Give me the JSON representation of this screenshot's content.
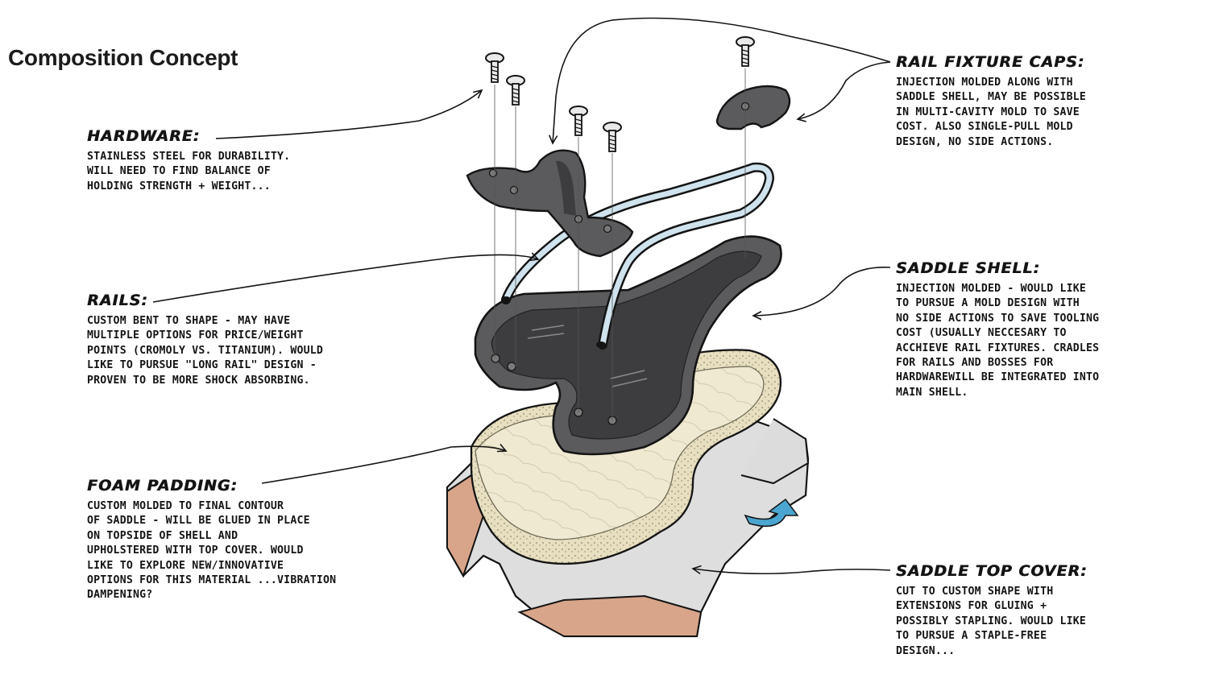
{
  "title": "Composition Concept",
  "colors": {
    "ink": "#141414",
    "plastic": "#5b5b5d",
    "plastic_dark": "#3d3d3f",
    "rail_highlight": "#cfe3ee",
    "foam": "#efe9d2",
    "cover": "#dcdcdc",
    "cover_edge": "#d9a58a",
    "arrow": "#4aa6d0"
  },
  "callouts": {
    "hardware": {
      "heading": "Hardware:",
      "lines": [
        "Stainless steel for durability.",
        "Will need to find balance of",
        "holding strength + weight..."
      ]
    },
    "rails": {
      "heading": "Rails:",
      "lines": [
        "Custom bent to shape - may have",
        "multiple options for price/weight",
        "points (cromoly vs. titanium). would",
        "like to pursue \"long rail\" design -",
        "proven to be more shock absorbing."
      ]
    },
    "foam": {
      "heading": "Foam Padding:",
      "lines": [
        "Custom molded to final contour",
        "of saddle - will be glued in place",
        "on topside of shell and",
        "upholstered with top cover. would",
        "like to explore new/innovative",
        "options for this material ...vibration",
        "dampening?"
      ]
    },
    "caps": {
      "heading": "Rail Fixture Caps:",
      "lines": [
        "Injection molded along with",
        "saddle shell, may be possible",
        "in multi-cavity mold to save",
        "cost. also single-pull mold",
        "design, no side actions."
      ]
    },
    "shell": {
      "heading": "Saddle Shell:",
      "lines": [
        "Injection molded - would like",
        "to pursue a mold design with",
        "no side actions to save tooling",
        "cost (usually neccesary to",
        "acchieve rail fixtures. cradles",
        "for rails and bosses for",
        "hardwarewill be integrated into",
        "main shell."
      ]
    },
    "cover": {
      "heading": "Saddle Top Cover:",
      "lines": [
        "Cut to custom shape with",
        "extensions for gluing +",
        "possibly stapling. would like",
        "to pursue a staple-free",
        "design..."
      ]
    }
  }
}
